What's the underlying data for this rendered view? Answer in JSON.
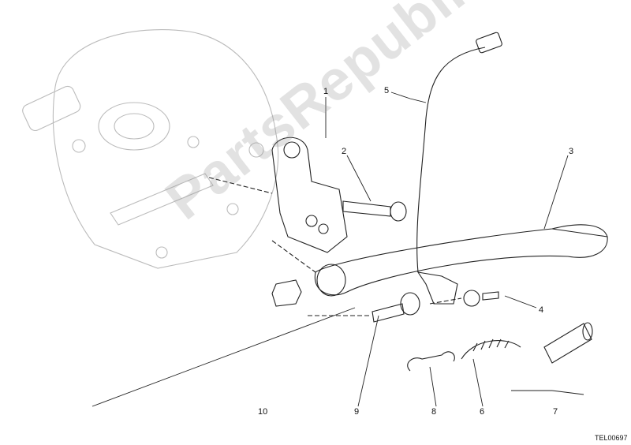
{
  "diagram": {
    "callouts": [
      {
        "id": "1",
        "text": "1"
      },
      {
        "id": "2",
        "text": "2"
      },
      {
        "id": "3",
        "text": "3"
      },
      {
        "id": "4",
        "text": "4"
      },
      {
        "id": "5",
        "text": "5"
      },
      {
        "id": "6",
        "text": "6"
      },
      {
        "id": "7",
        "text": "7"
      },
      {
        "id": "8",
        "text": "8"
      },
      {
        "id": "9",
        "text": "9"
      },
      {
        "id": "10",
        "text": "10"
      }
    ],
    "drawing_code": "TEL00697",
    "watermark": "PartsRepublik"
  }
}
